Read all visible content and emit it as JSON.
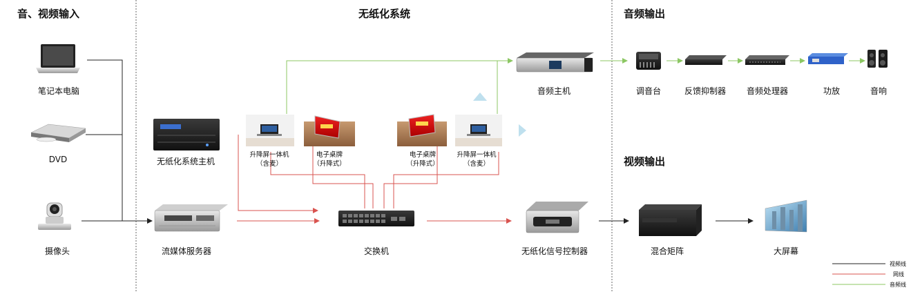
{
  "sections": {
    "input": "音、视频输入",
    "paperless": "无纸化系统",
    "audio_out": "音频输出",
    "video_out": "视频输出"
  },
  "devices": {
    "laptop": "笔记本电脑",
    "dvd": "DVD",
    "camera": "摄像头",
    "paperless_host": "无纸化系统主机",
    "streaming_server": "流媒体服务器",
    "switch": "交换机",
    "signal_controller": "无纸化信号控制器",
    "audio_host": "音频主机",
    "lift_screen_1": [
      "升降屏一体机",
      "（含麦）"
    ],
    "nameplate_1": [
      "电子桌牌",
      "（升降式）"
    ],
    "nameplate_2": [
      "电子桌牌",
      "（升降式）"
    ],
    "lift_screen_2": [
      "升降屏一体机",
      "（含麦）"
    ],
    "mixer": "调音台",
    "feedback_suppressor": "反馈抑制器",
    "audio_processor": "音频处理器",
    "amplifier": "功放",
    "speaker": "音响",
    "matrix": "混合矩阵",
    "big_screen": "大屏幕"
  },
  "legend": {
    "video": "视频线",
    "network": "网线",
    "audio": "音频线"
  },
  "colors": {
    "video_line": "#222222",
    "network_line": "#d9534f",
    "audio_line": "#8cc763"
  }
}
